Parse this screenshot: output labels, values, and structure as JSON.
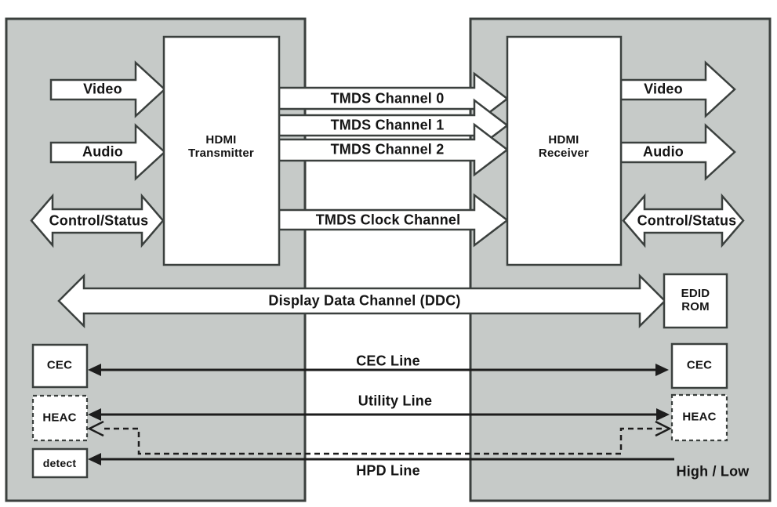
{
  "source_device": {
    "transmitter_line1": "HDMI",
    "transmitter_line2": "Transmitter",
    "video_label": "Video",
    "audio_label": "Audio",
    "control_label": "Control/Status",
    "cec_label": "CEC",
    "heac_label": "HEAC",
    "detect_label": "detect"
  },
  "sink_device": {
    "receiver_line1": "HDMI",
    "receiver_line2": "Receiver",
    "video_label": "Video",
    "audio_label": "Audio",
    "control_label": "Control/Status",
    "edid_line1": "EDID",
    "edid_line2": "ROM",
    "cec_label": "CEC",
    "heac_label": "HEAC",
    "hpd_state_label": "High / Low"
  },
  "links": {
    "tmds_channel_0": "TMDS Channel 0",
    "tmds_channel_1": "TMDS Channel 1",
    "tmds_channel_2": "TMDS Channel 2",
    "tmds_clock": "TMDS Clock Channel",
    "ddc": "Display Data Channel (DDC)",
    "cec_line": "CEC Line",
    "utility_line": "Utility Line",
    "hpd_line": "HPD Line"
  },
  "colors": {
    "device_fill": "#c6cac8",
    "outline": "#3b403e",
    "line": "#1d1d1d",
    "box_fill": "#ffffff",
    "text": "#141414",
    "background": "#ffffff"
  }
}
